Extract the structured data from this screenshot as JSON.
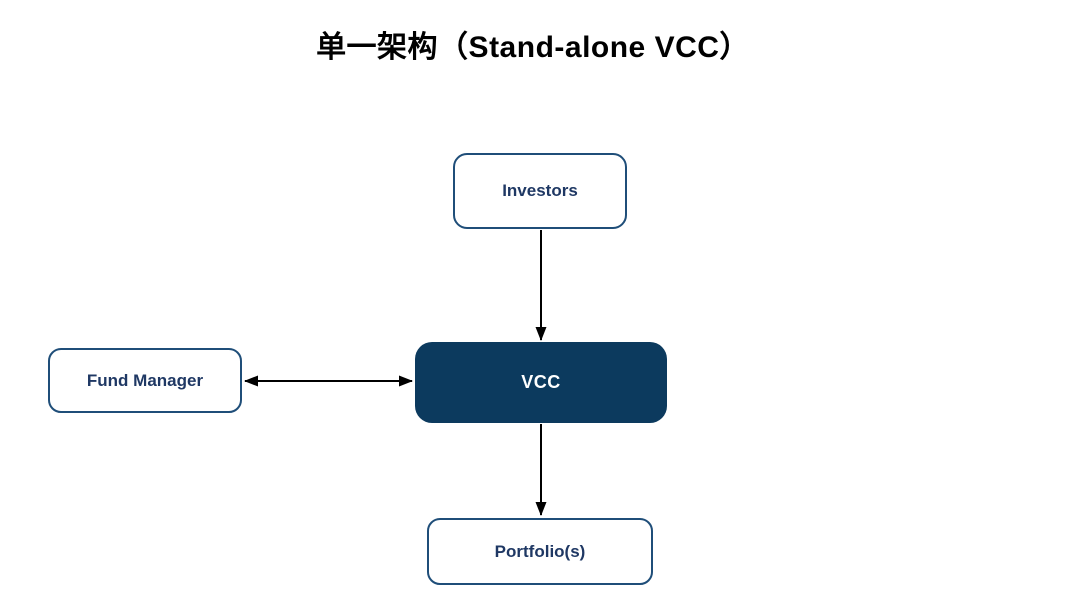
{
  "title": "单一架构（Stand-alone VCC）",
  "nodes": {
    "investors": {
      "label": "Investors"
    },
    "fund_manager": {
      "label": "Fund Manager"
    },
    "vcc": {
      "label": "VCC"
    },
    "portfolios": {
      "label": "Portfolio(s)"
    }
  },
  "edges": [
    {
      "from": "Investors",
      "to": "VCC",
      "direction": "one-way",
      "arrowhead": "at-VCC"
    },
    {
      "from": "Fund Manager",
      "to": "VCC",
      "direction": "two-way",
      "arrowhead": "both-ends"
    },
    {
      "from": "VCC",
      "to": "Portfolio(s)",
      "direction": "one-way",
      "arrowhead": "at-Portfolio(s)"
    }
  ],
  "colors": {
    "box_border": "#1F4E79",
    "box_fill": "#FFFFFF",
    "vcc_fill": "#0C3A5E",
    "label_text": "#1F3864",
    "vcc_text": "#FFFFFF",
    "arrow": "#000000",
    "title_text": "#000000"
  }
}
